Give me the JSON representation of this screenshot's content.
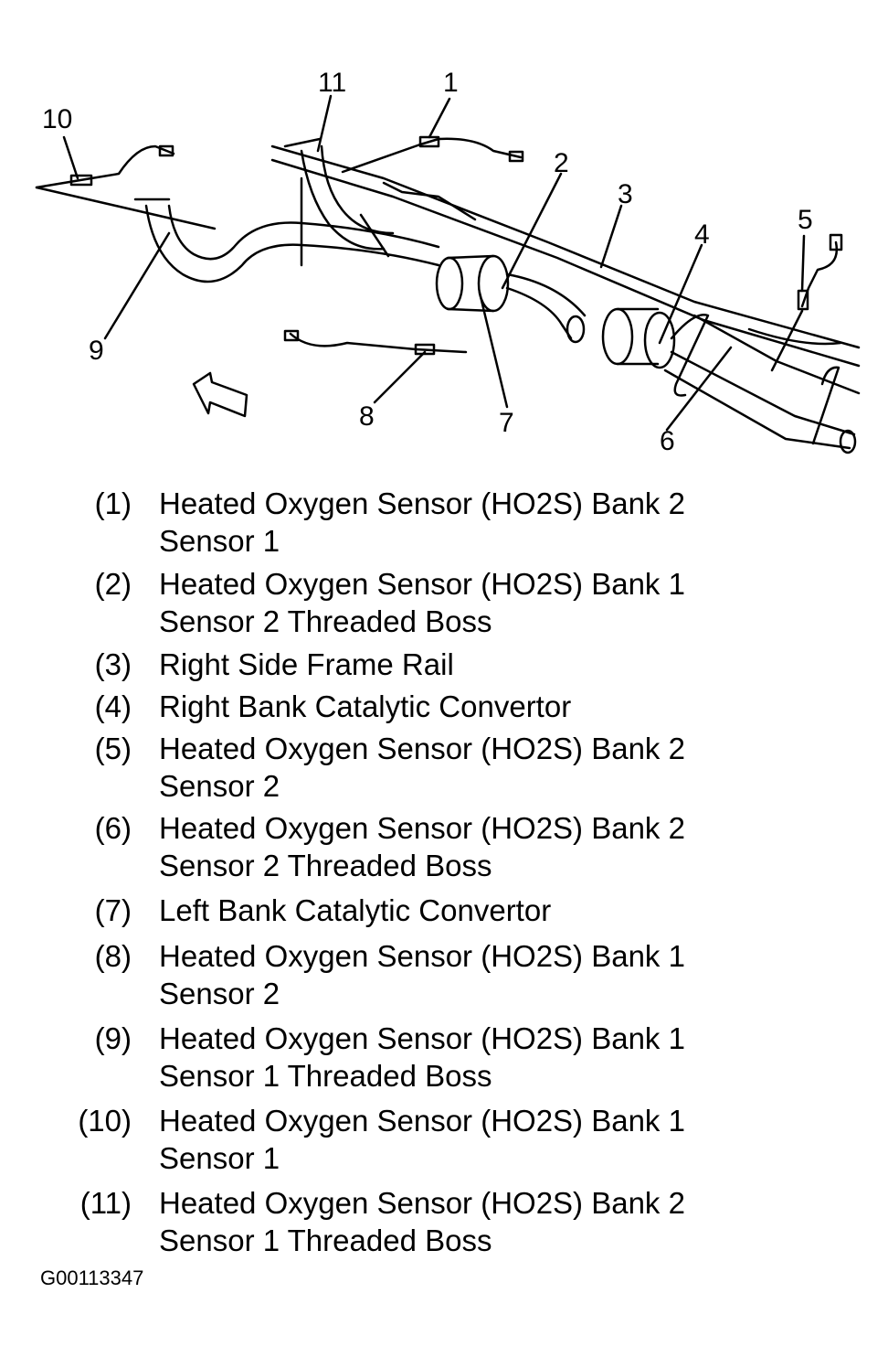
{
  "callouts": [
    "1",
    "2",
    "3",
    "4",
    "5",
    "6",
    "7",
    "8",
    "9",
    "10",
    "11"
  ],
  "legend": [
    {
      "num": "(1)",
      "text": "Heated Oxygen Sensor (HO2S) Bank 2\nSensor 1"
    },
    {
      "num": "(2)",
      "text": "Heated Oxygen Sensor (HO2S) Bank 1\nSensor 2 Threaded Boss"
    },
    {
      "num": "(3)",
      "text": "Right Side Frame Rail"
    },
    {
      "num": "(4)",
      "text": "Right Bank Catalytic Convertor"
    },
    {
      "num": "(5)",
      "text": "Heated Oxygen Sensor (HO2S) Bank 2\nSensor 2"
    },
    {
      "num": "(6)",
      "text": "Heated Oxygen Sensor (HO2S) Bank 2\nSensor 2 Threaded Boss"
    },
    {
      "num": "(7)",
      "text": "Left Bank Catalytic Convertor"
    },
    {
      "num": "(8)",
      "text": "Heated Oxygen Sensor (HO2S) Bank 1\nSensor 2"
    },
    {
      "num": "(9)",
      "text": "Heated Oxygen Sensor (HO2S) Bank 1\nSensor 1 Threaded Boss"
    },
    {
      "num": "(10)",
      "text": "Heated Oxygen Sensor (HO2S) Bank 1\nSensor 1"
    },
    {
      "num": "(11)",
      "text": "Heated Oxygen Sensor (HO2S) Bank 2\nSensor 1 Threaded Boss"
    }
  ],
  "figure_id": "G00113347"
}
